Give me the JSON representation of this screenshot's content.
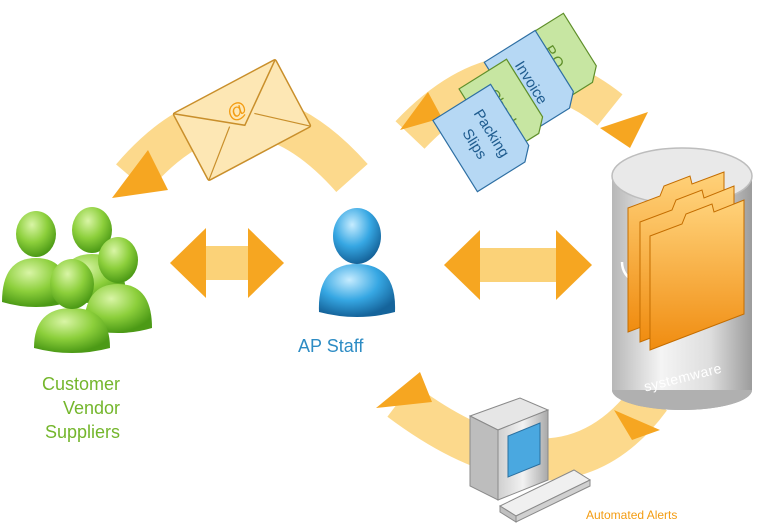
{
  "colors": {
    "arrow": "#fbd278",
    "arrow_head": "#f6a621",
    "green_text": "#74b62c",
    "blue_text": "#2d8cc4",
    "orange_text": "#f39c12",
    "folder": "#f29a1f",
    "doc_green": "#c7e6a2",
    "doc_blue": "#b6d8f4"
  },
  "icons": {
    "customers": "people-group-icon",
    "staff": "person-icon",
    "email": "envelope-at-icon",
    "archive": "cylinder-folder-icon",
    "workstation": "computer-icon"
  },
  "customer_label": [
    "Customer",
    "Vendor",
    "Suppliers"
  ],
  "ap_label": "AP Staff",
  "alerts_label": "Automated Alerts",
  "documents": [
    "P.O.",
    "Invoice",
    "Check",
    "Packing",
    "Slips"
  ],
  "email_symbol": "@",
  "brand": "systemware"
}
